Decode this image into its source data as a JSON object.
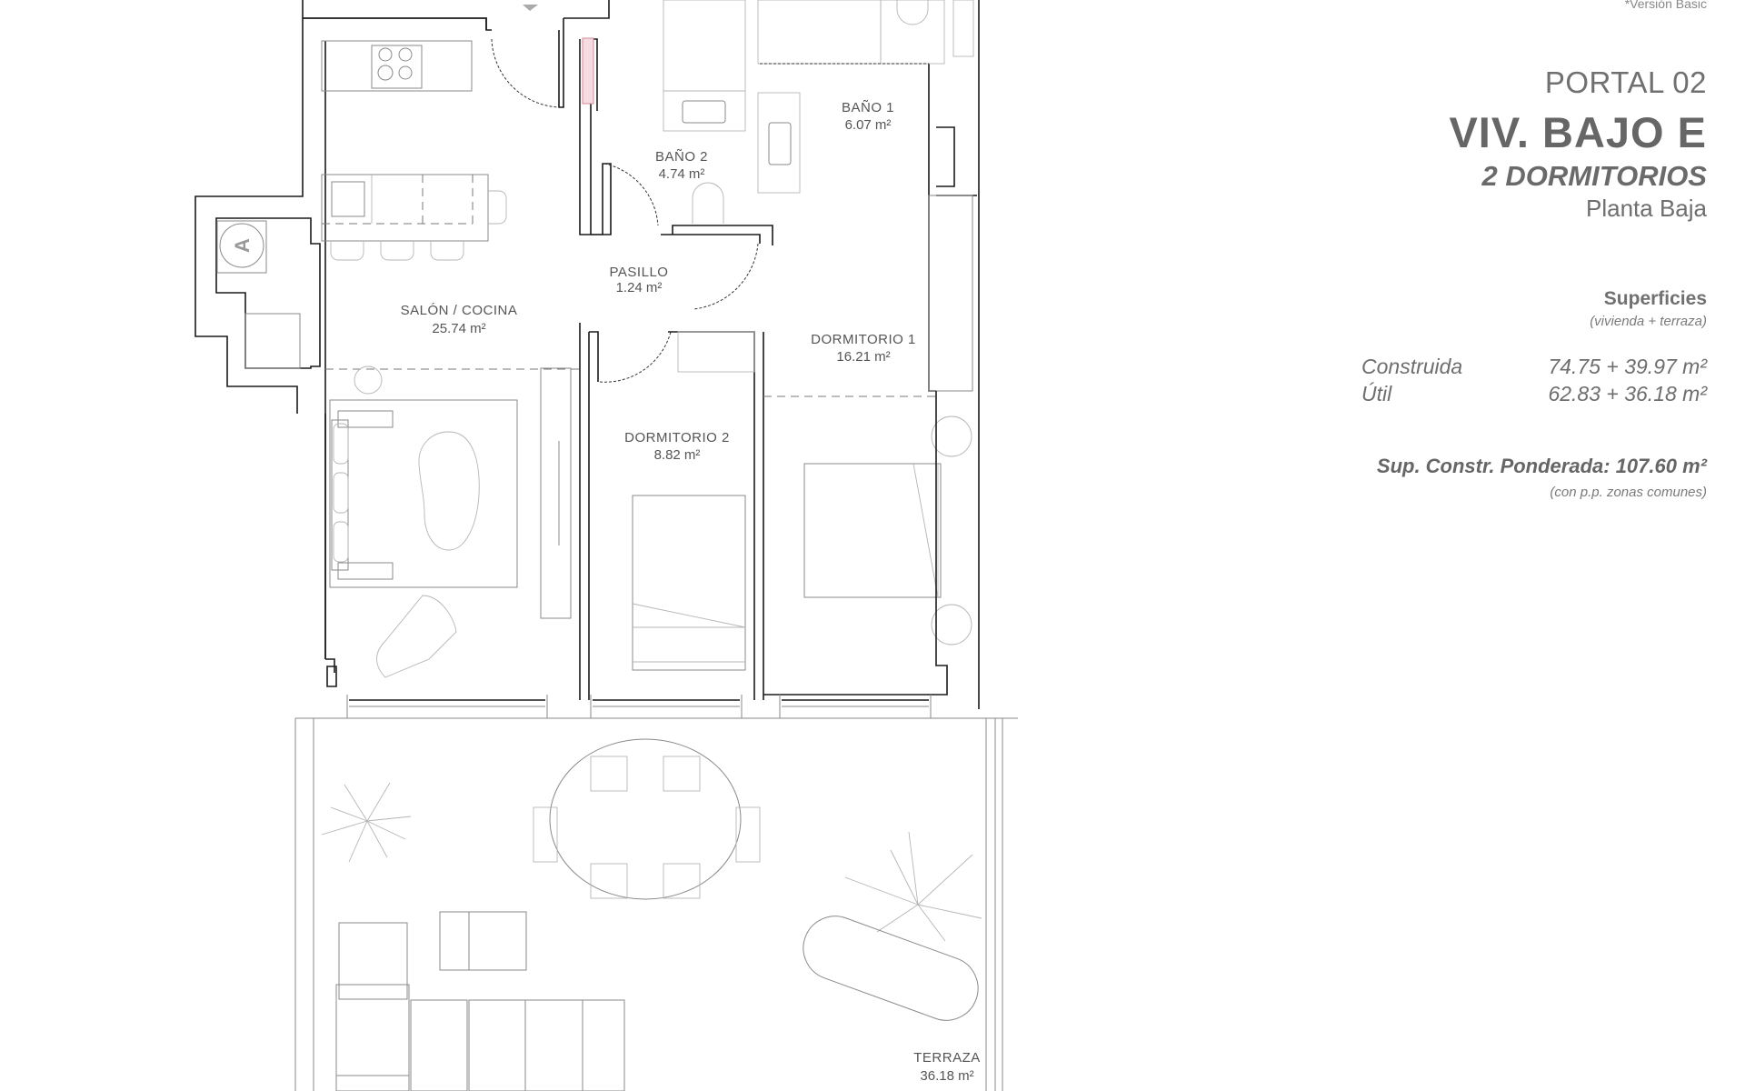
{
  "header": {
    "version_note": "*Versión Basic",
    "portal": "PORTAL 02",
    "unit_title": "VIV. BAJO E",
    "bedrooms": "2 DORMITORIOS",
    "floor": "Planta Baja"
  },
  "surfaces": {
    "title": "Superficies",
    "subtitle": "(vivienda + terraza)",
    "rows": [
      {
        "label": "Construida",
        "value": "74.75 + 39.97 m²"
      },
      {
        "label": "Útil",
        "value": "62.83 + 36.18 m²"
      }
    ],
    "weighted": "Sup. Constr. Ponderada: 107.60 m²",
    "weighted_note": "(con p.p. zonas comunes)"
  },
  "rooms": [
    {
      "name": "SALÓN / COCINA",
      "area": "25.74 m²"
    },
    {
      "name": "PASILLO",
      "area": "1.24 m²"
    },
    {
      "name": "BAÑO 2",
      "area": "4.74 m²"
    },
    {
      "name": "BAÑO 1",
      "area": "6.07 m²"
    },
    {
      "name": "DORMITORIO 1",
      "area": "16.21 m²"
    },
    {
      "name": "DORMITORIO 2",
      "area": "8.82 m²"
    },
    {
      "name": "TERRAZA",
      "area": "36.18 m²"
    }
  ],
  "symbols": {
    "appliance_marker": "A"
  },
  "colors": {
    "wall": "#1a1a1a",
    "furniture": "#8a8a8a",
    "text": "#6e6e6e",
    "hatch": "#f6dce2"
  }
}
